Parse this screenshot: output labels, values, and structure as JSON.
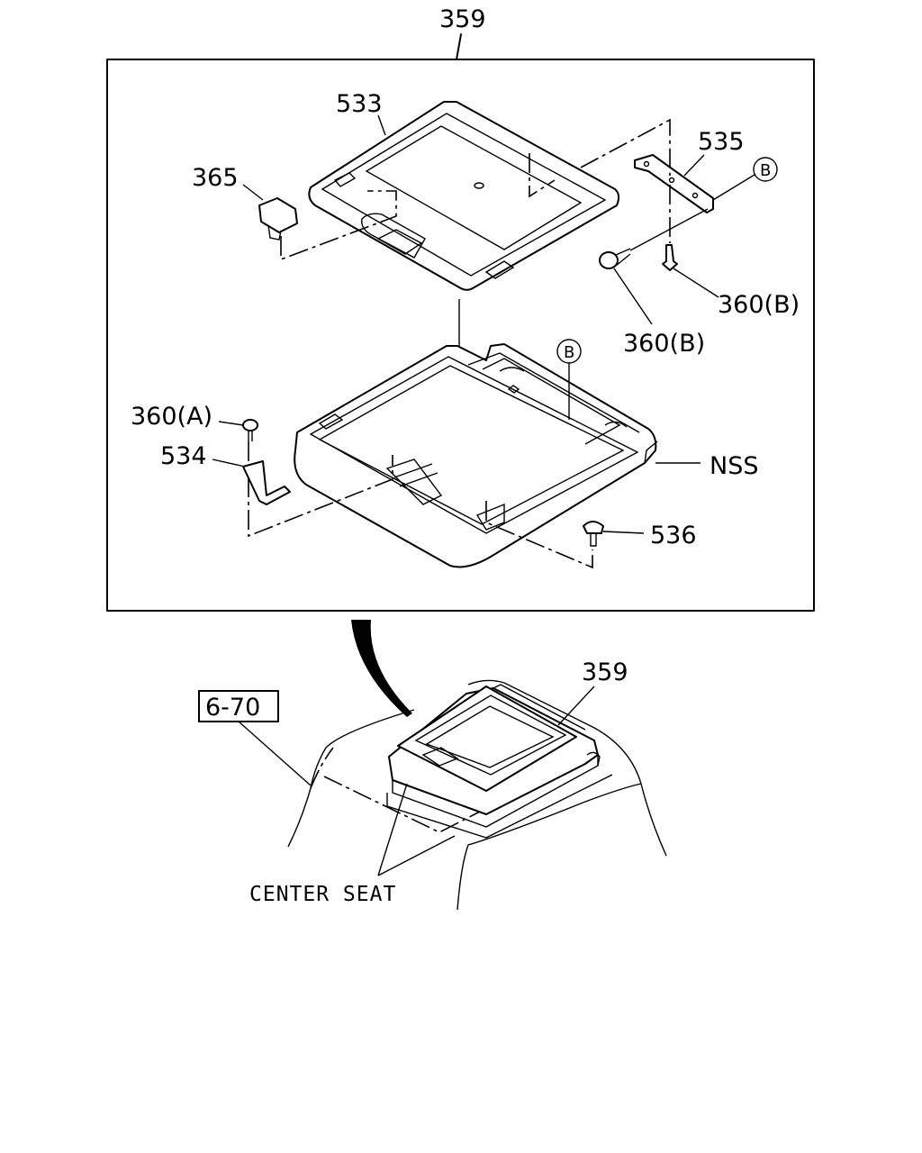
{
  "callouts": {
    "assembly_top": "359",
    "cover": "533",
    "switch": "365",
    "bracket_right": "535",
    "ref_b_top": "B",
    "screw_right": "360(B)",
    "screw_mid": "360(B)",
    "ref_b_mid": "B",
    "screw_left": "360(A)",
    "bracket_left": "534",
    "nss": "NSS",
    "clip": "536",
    "assembly_bottom": "359",
    "page_ref": "6-70",
    "center_seat": "CENTER SEAT"
  }
}
